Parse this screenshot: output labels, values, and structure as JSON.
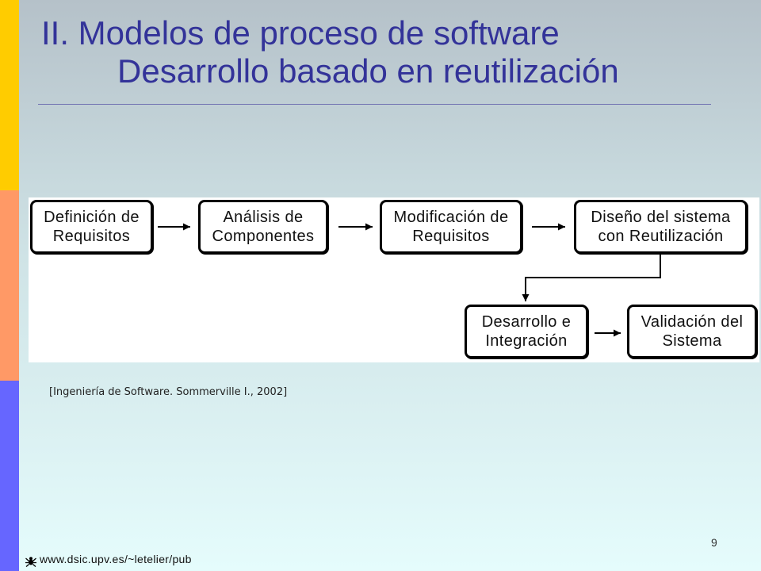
{
  "slide": {
    "title": {
      "line1": "II. Modelos de proceso de software",
      "line2": "Desarrollo basado en reutilización"
    },
    "citation": "[Ingeniería de Software. Sommerville I., 2002]",
    "page_number": "9",
    "footer": {
      "icon": "spider-icon",
      "url": "www.dsic.upv.es/~letelier/pub"
    }
  },
  "diagram": {
    "nodes": [
      {
        "line1": "Definición de",
        "line2": "Requisitos"
      },
      {
        "line1": "Análisis de",
        "line2": "Componentes"
      },
      {
        "line1": "Modificación de",
        "line2": "Requisitos"
      },
      {
        "line1": "Diseño del sistema",
        "line2": "con Reutilización"
      },
      {
        "line1": "Desarrollo e",
        "line2": "Integración"
      },
      {
        "line1": "Validación del",
        "line2": "Sistema"
      }
    ]
  },
  "colors": {
    "title": "#333399",
    "rule": "#6f6fb0",
    "bar_top": "#FFCC00",
    "bar_middle": "#FF9966",
    "bar_bottom": "#6666FF"
  }
}
